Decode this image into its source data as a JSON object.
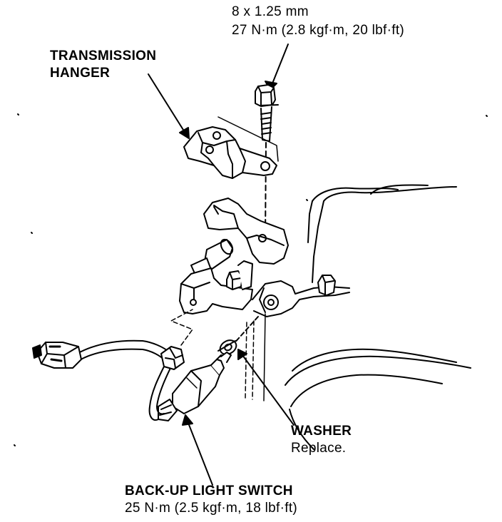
{
  "labels": {
    "bolt_size": "8 x 1.25 mm",
    "bolt_torque": "27 N·m (2.8 kgf·m, 20 lbf·ft)",
    "hanger_line1": "TRANSMISSION",
    "hanger_line2": "HANGER",
    "washer": "WASHER",
    "washer_note": "Replace.",
    "switch_name": "BACK-UP LIGHT SWITCH",
    "switch_torque": "25 N·m (2.5 kgf·m, 18 lbf·ft)"
  },
  "colors": {
    "ink": "#000000",
    "paper": "#ffffff"
  }
}
